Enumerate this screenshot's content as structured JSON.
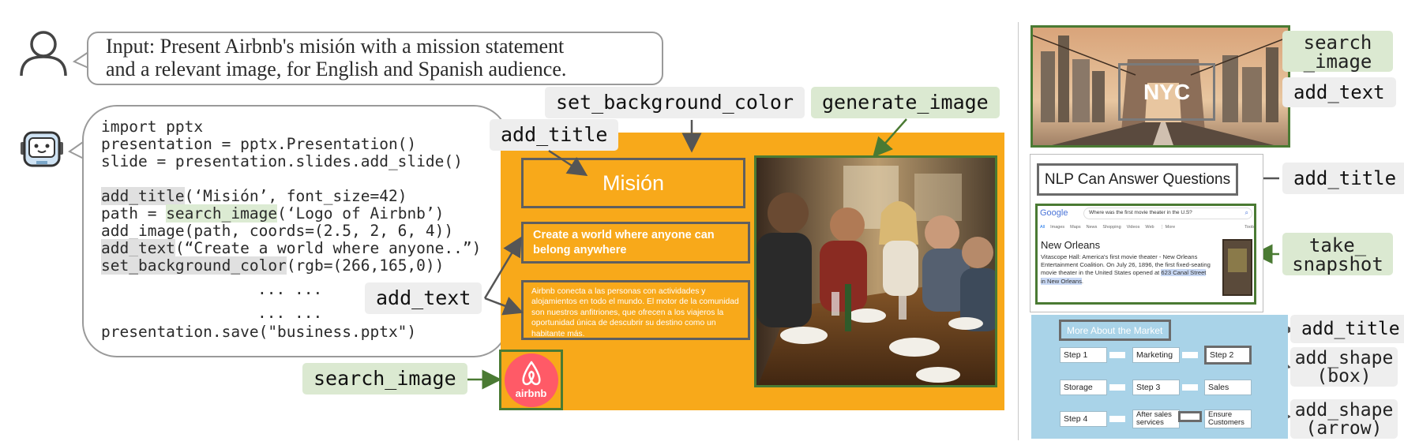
{
  "prompt": {
    "line1": "Input: Present Airbnb's misión with a mission statement",
    "line2": "and a relevant image, for English and Spanish audience."
  },
  "code": {
    "l1": "import pptx",
    "l2": "presentation = pptx.Presentation()",
    "l3": "slide = presentation.slides.add_slide()",
    "l4_fn": "add_title",
    "l4_rest": "(‘Misión’, font_size=42)",
    "l5_pre": "path = ",
    "l5_fn": "search_image",
    "l5_rest": "(‘Logo of Airbnb’)",
    "l6": "add_image(path, coords=(2.5, 2, 6, 4))",
    "l7_fn": "add_text",
    "l7_rest": "(“Create a world where anyone..”)",
    "l8_fn": "set_background_color",
    "l8_rest": "(rgb=(266,165,0))",
    "ellipsis1": "... ...",
    "ellipsis2": "... ...",
    "l9": "presentation.save(\"business.pptx\")"
  },
  "slide": {
    "title": "Misión",
    "mission_en": "Create a world where anyone can belong anywhere",
    "mission_es": "Airbnb conecta a las personas con actividades y alojamientos en todo el mundo. El motor de la comunidad son nuestros anfitriones, que ofrecen a los viajeros la oportunidad única de descubrir su destino como un habitante más.",
    "logo_text": "airbnb",
    "background_color": "#f8a91a"
  },
  "labels": {
    "set_background_color": "set_background_color",
    "generate_image": "generate_image",
    "add_title": "add_title",
    "add_text": "add_text",
    "search_image": "search_image"
  },
  "right_panel": {
    "nyc": {
      "overlay_text": "NYC",
      "label_search_image_1": "search",
      "label_search_image_2": "_image",
      "label_add_text": "add_text"
    },
    "nlp": {
      "title": "NLP Can Answer Questions",
      "label_add_title": "add_title",
      "label_take_snapshot_1": "take_",
      "label_take_snapshot_2": "snapshot",
      "google_logo": "Google",
      "query": "Where was the first movie theater in the U.S?",
      "tabs": [
        "All",
        "Images",
        "Maps",
        "News",
        "Shopping",
        "Videos",
        "Web",
        "⋮ More",
        "Tools"
      ],
      "answer_title": "New Orleans",
      "answer_body": "Vitascope Hall: America's first movie theater - New Orleans Entertainment Coalition. On July 26, 1896, the first fixed-seating movie theater in the United States opened at",
      "answer_highlight": "623 Canal Street in New Orleans",
      "answer_end": "."
    },
    "market": {
      "title": "More About the Market",
      "steps": [
        "Step 1",
        "Marketing",
        "Step 2",
        "Storage",
        "Step 3",
        "Sales",
        "Step 4",
        "After sales services",
        "Ensure Customers"
      ],
      "label_add_title": "add_title",
      "label_box_1": "add_shape",
      "label_box_2": "(box)",
      "label_arrow_1": "add_shape",
      "label_arrow_2": "(arrow)"
    }
  },
  "colors": {
    "green_label": "#dbe9d1",
    "gray_label": "#eeeeee",
    "arrow_green": "#4a7a33",
    "arrow_gray": "#6a6a6a"
  }
}
